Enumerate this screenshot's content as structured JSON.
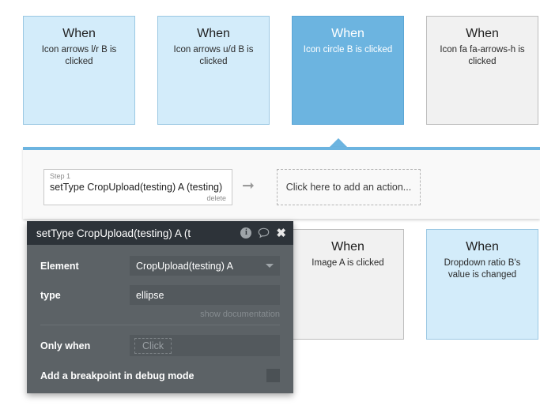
{
  "workflow_cards_top": [
    {
      "when": "When",
      "desc": "Icon arrows l/r B is clicked",
      "state": "normal"
    },
    {
      "when": "When",
      "desc": "Icon arrows u/d B is clicked",
      "state": "normal"
    },
    {
      "when": "When",
      "desc": "Icon circle B is clicked",
      "state": "selected"
    },
    {
      "when": "When",
      "desc": "Icon fa fa-arrows-h is clicked",
      "state": "gray"
    }
  ],
  "workflow_cards_bottom": [
    {
      "when": "When",
      "desc": "Image A is clicked",
      "state": "gray"
    },
    {
      "when": "When",
      "desc": "Dropdown ratio B's value is changed",
      "state": "normal"
    }
  ],
  "panel": {
    "step": {
      "number_label": "Step 1",
      "title": "setType CropUpload(testing) A (testing)",
      "delete_label": "delete"
    },
    "arrow_icon": "arrow-right-icon",
    "add_action_label": "Click here to add an action..."
  },
  "dialog": {
    "title": "setType CropUpload(testing) A (t",
    "icons": {
      "info": "info-icon",
      "info_glyph": "i",
      "comment": "comment-bubble-icon",
      "close": "close-icon",
      "close_glyph": "✖"
    },
    "fields": [
      {
        "label": "Element",
        "value": "CropUpload(testing) A",
        "type": "dropdown"
      },
      {
        "label": "type",
        "value": "ellipse",
        "type": "text"
      }
    ],
    "show_documentation": "show documentation",
    "only_when": {
      "label": "Only when",
      "placeholder": "Click"
    },
    "breakpoint": {
      "label": "Add a breakpoint in debug mode",
      "checked": false
    }
  },
  "colors": {
    "card_blue_bg": "#d3ecfa",
    "card_blue_border": "#9bc8e3",
    "card_selected_bg": "#6cb4e0",
    "card_gray_bg": "#f1f1f1",
    "accent_blue": "#6cb4e0",
    "dialog_header_bg": "#2d3339",
    "dialog_body_bg": "#5c6266"
  }
}
